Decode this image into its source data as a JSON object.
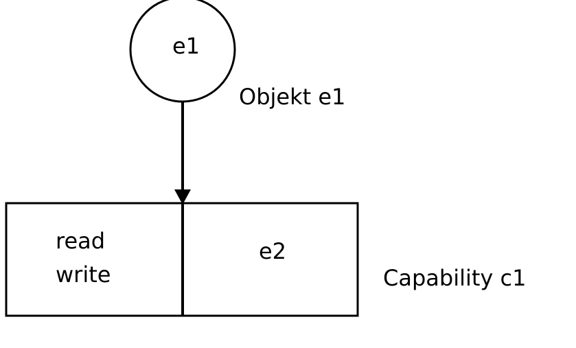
{
  "object_node": {
    "label": "e1",
    "caption": "Objekt e1"
  },
  "capability": {
    "rights_line1": "read",
    "rights_line2": "write",
    "object_ref": "e2",
    "caption": "Capability c1"
  }
}
